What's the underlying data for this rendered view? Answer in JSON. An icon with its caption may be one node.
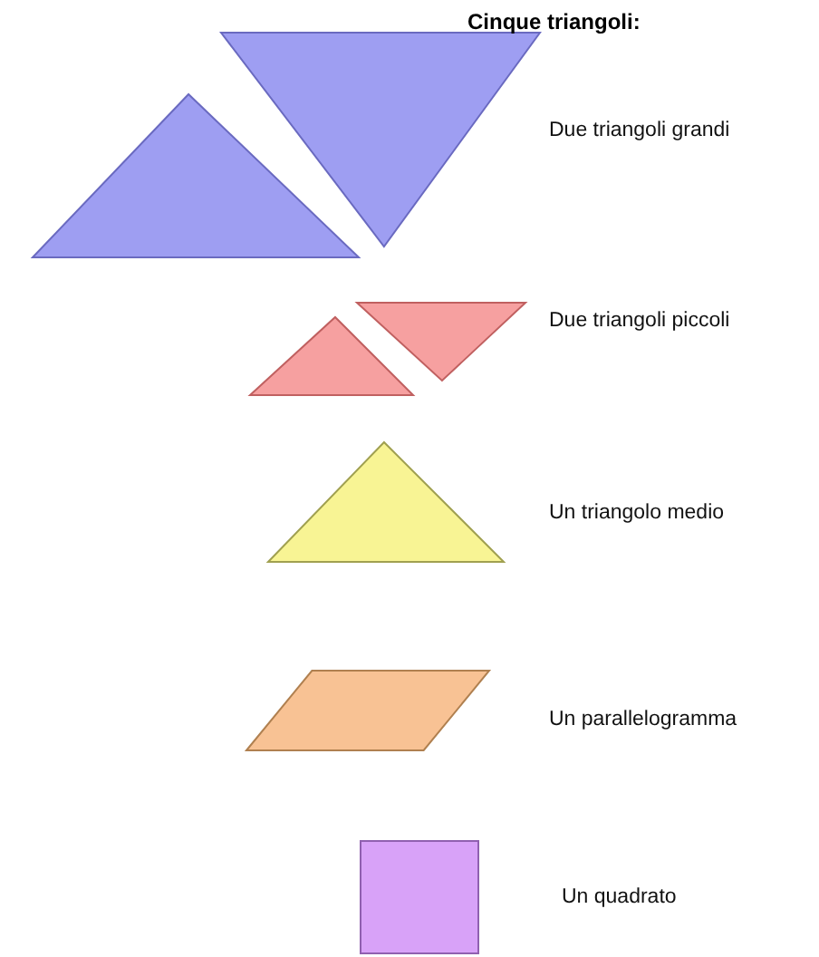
{
  "diagram": {
    "title": "Cinque triangoli:",
    "nodes": [
      {
        "text": [],
        "shape": "triangle"
      },
      {
        "text": [],
        "shape": "triangle"
      },
      {
        "text": [],
        "shape": "triangle"
      },
      {
        "text": [],
        "shape": "triangle"
      },
      {
        "text": [],
        "shape": "triangle"
      },
      {
        "text": [],
        "shape": "parallelogram"
      },
      {
        "text": [],
        "shape": "square"
      }
    ],
    "labels": [
      "Due triangoli grandi",
      "Due triangoli piccoli",
      "Un triangolo medio",
      "Un parallelogramma",
      "Un quadrato"
    ]
  }
}
